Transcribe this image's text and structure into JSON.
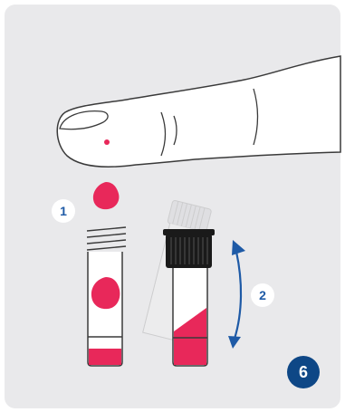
{
  "colors": {
    "panel": "#e9e9eb",
    "accent_red": "#e8285a",
    "blue": "#1e5aa6",
    "navy": "#0e4786",
    "outline": "#3a3a3a",
    "cap": "#1a1a1a",
    "white": "#ffffff"
  },
  "steps": {
    "droplet_step": "1",
    "mix_step": "2",
    "page_step": "6"
  },
  "icons": {
    "finger": "finger-icon",
    "blood_drop": "blood-drop-icon",
    "open_tube": "open-tube-icon",
    "capped_tube": "capped-tube-icon",
    "shake_arrow": "double-arrow-icon"
  }
}
